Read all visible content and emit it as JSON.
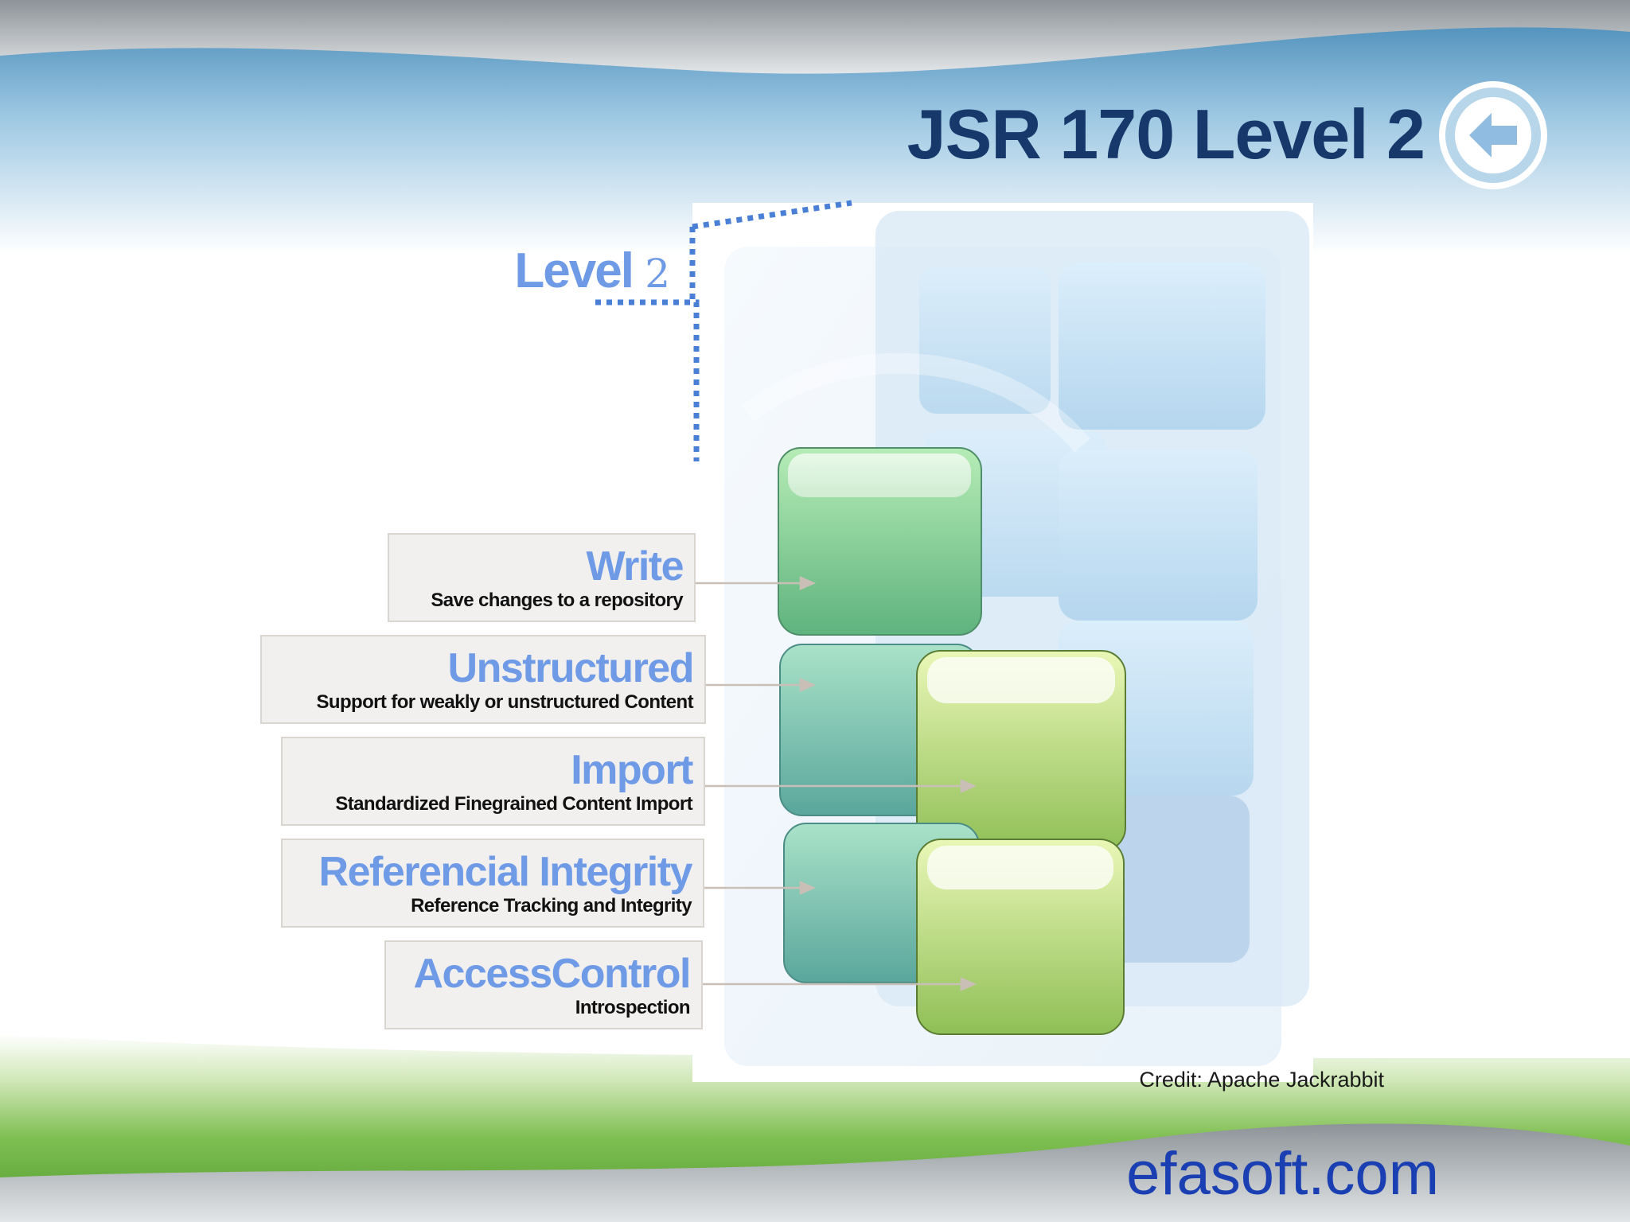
{
  "slide": {
    "title": "JSR 170 Level 2",
    "level_label": {
      "word": "Level",
      "number": "2"
    },
    "features": [
      {
        "title": "Write",
        "description": "Save changes to a repository"
      },
      {
        "title": "Unstructured",
        "description": "Support for weakly or unstructured Content"
      },
      {
        "title": "Import",
        "description": "Standardized Finegrained Content Import"
      },
      {
        "title": "Referencial Integrity",
        "description": "Reference Tracking and Integrity"
      },
      {
        "title": "AccessControl",
        "description": "Introspection"
      }
    ],
    "credit": "Credit: Apache Jackrabbit",
    "website": "efasoft.com"
  },
  "colors": {
    "title": "#17386b",
    "accent_blue": "#6f9ae6",
    "website": "#1a3fb3",
    "cube_green": "#7fcf8a",
    "cube_yellow_green": "#c2df6f",
    "cube_pale_blue": "#cfe4f7"
  },
  "icons": {
    "back": "back-arrow-icon"
  }
}
